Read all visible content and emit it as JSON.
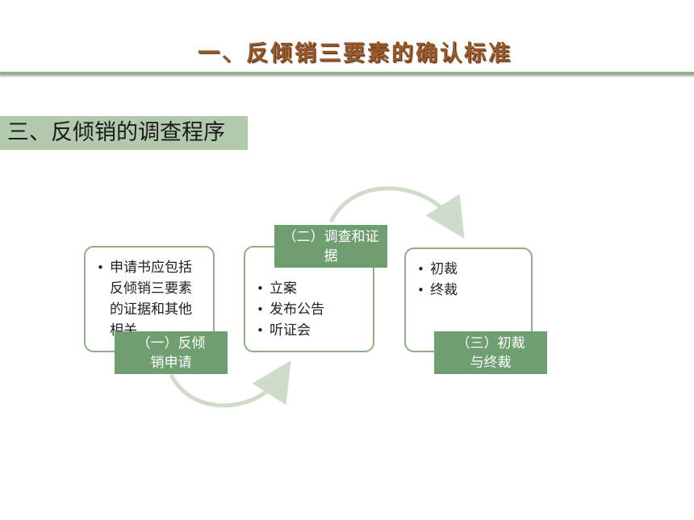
{
  "header": {
    "title": "一、反倾销三要素的确认标准"
  },
  "section": {
    "heading": "三、反倾销的调查程序"
  },
  "steps": [
    {
      "label": "（一）反倾销申请",
      "items": [
        "申请书应包括反倾销三要素的证据和其他相关"
      ]
    },
    {
      "label": "（二）调查和证据",
      "items": [
        "立案",
        "发布公告",
        "听证会"
      ]
    },
    {
      "label": "（三）初裁与终裁",
      "items": [
        "初裁",
        "终裁"
      ]
    }
  ],
  "colors": {
    "accent": "#6f9f70",
    "border": "#8fb086",
    "title": "#9a5a2a",
    "section_bg": "#b3c9ad"
  }
}
